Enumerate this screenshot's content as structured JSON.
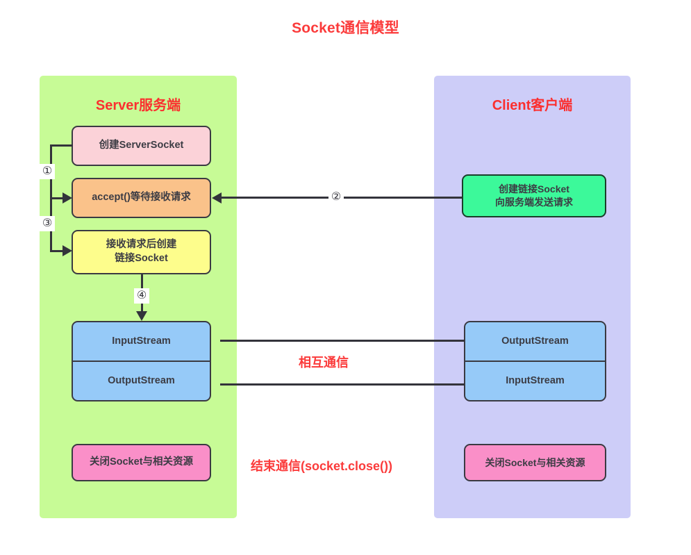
{
  "title": "Socket通信模型",
  "colors": {
    "title_red": "#fb3b3b",
    "server_panel": "#c7fb96",
    "client_panel": "#cdcdf8",
    "pink_node": "#fbd2d8",
    "orange_node": "#fac28a",
    "yellow_node": "#fdfd8c",
    "blue_node": "#96caf8",
    "magenta_node": "#fa8fc8",
    "green_node": "#3cf99a",
    "stroke": "#33333b"
  },
  "server": {
    "title": "Server服务端",
    "nodes": {
      "create_server_socket": "创建ServerSocket",
      "accept_wait": "accept()等待接收请求",
      "create_link_socket_line1": "接收请求后创建",
      "create_link_socket_line2": "链接Socket",
      "input_stream": "InputStream",
      "output_stream": "OutputStream",
      "close_socket": "关闭Socket与相关资源"
    }
  },
  "client": {
    "title": "Client客户端",
    "nodes": {
      "create_connect_line1": "创建链接Socket",
      "create_connect_line2": "向服务端发送请求",
      "output_stream": "OutputStream",
      "input_stream": "InputStream",
      "close_socket": "关闭Socket与相关资源"
    }
  },
  "steps": {
    "step1": "①",
    "step2": "②",
    "step3": "③",
    "step4": "④"
  },
  "labels": {
    "mutual_communication": "相互通信",
    "end_communication": "结束通信(socket.close())"
  }
}
